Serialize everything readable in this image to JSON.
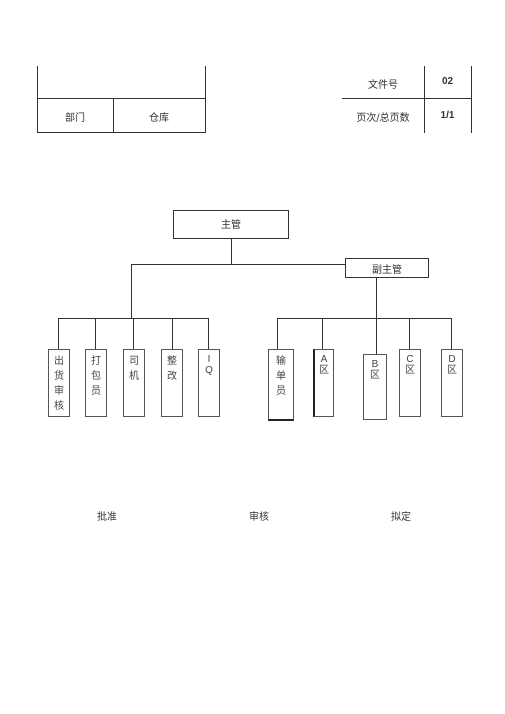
{
  "header": {
    "dept_label": "部门",
    "dept_value": "仓库",
    "doc_no_label": "文件号",
    "doc_no_value": "02",
    "page_label": "页次/总页数",
    "page_value": "1/1"
  },
  "org": {
    "top": "主管",
    "deputy": "副主管",
    "left_units": [
      {
        "text": "出货审核"
      },
      {
        "text": "打包员"
      },
      {
        "text": "司机"
      },
      {
        "text": "整改"
      },
      {
        "text": "IQ"
      }
    ],
    "right_units": [
      {
        "text": "输单员"
      },
      {
        "text": "A区"
      },
      {
        "text": "B区"
      },
      {
        "text": "C区"
      },
      {
        "text": "D区"
      }
    ]
  },
  "footer": {
    "approve": "批准",
    "review": "审核",
    "draft": "拟定"
  }
}
